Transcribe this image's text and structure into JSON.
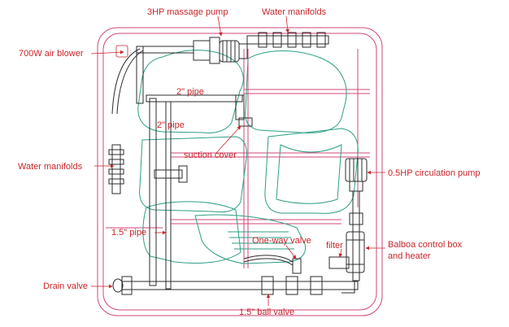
{
  "colors": {
    "label": "#c8252a",
    "pipe": "#2b2b2b",
    "shell": "#d2477a",
    "seat": "#2e9e86",
    "background": "#ffffff"
  },
  "labels": {
    "massage_pump": "3HP massage pump",
    "top_manifolds": "Water manifolds",
    "air_blower": "700W air blower",
    "pipe_2in_a": "2\" pipe",
    "pipe_2in_b": "2\" pipe",
    "suction_cover": "suction cover",
    "side_manifolds": "Water manifolds",
    "circ_pump": "0.5HP circulation pump",
    "pipe_15in": "1.5\" pipe",
    "one_way_valve": "One-way valve",
    "filter": "filter",
    "control_box_line1": "Balboa control box",
    "control_box_line2": "and heater",
    "drain_valve": "Drain valve",
    "ball_valve": "1.5\" ball valve"
  }
}
